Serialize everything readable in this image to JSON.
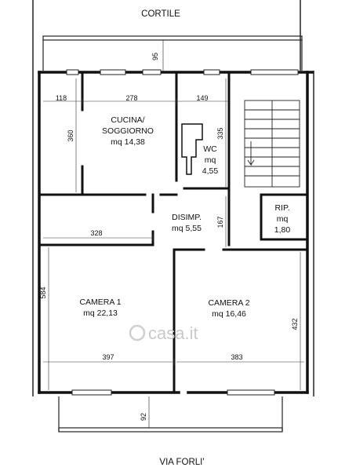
{
  "streets": {
    "top": "CORTILE",
    "bottom": "VIA FORLI'"
  },
  "rooms": {
    "cucina": {
      "line1": "CUCINA/",
      "line2": "SOGGIORNO",
      "area": "mq 14,38"
    },
    "wc": {
      "name": "WC",
      "area_line1": "mq",
      "area_line2": "4,55"
    },
    "disimp": {
      "name": "DISIMP.",
      "area": "mq 5,55"
    },
    "rip": {
      "name": "RIP.",
      "area_line1": "mq",
      "area_line2": "1,80"
    },
    "camera1": {
      "name": "CAMERA 1",
      "area": "mq 22,13"
    },
    "camera2": {
      "name": "CAMERA 2",
      "area": "mq 16,46"
    }
  },
  "dimensions": {
    "balcony_top": "95",
    "d118": "118",
    "d278": "278",
    "d149": "149",
    "d360": "360",
    "d335": "335",
    "d167": "167",
    "d328": "328",
    "d584": "584",
    "d432": "432",
    "d397": "397",
    "d383": "383",
    "balcony_bottom": "92"
  },
  "watermark": {
    "brand": "casa.it"
  }
}
